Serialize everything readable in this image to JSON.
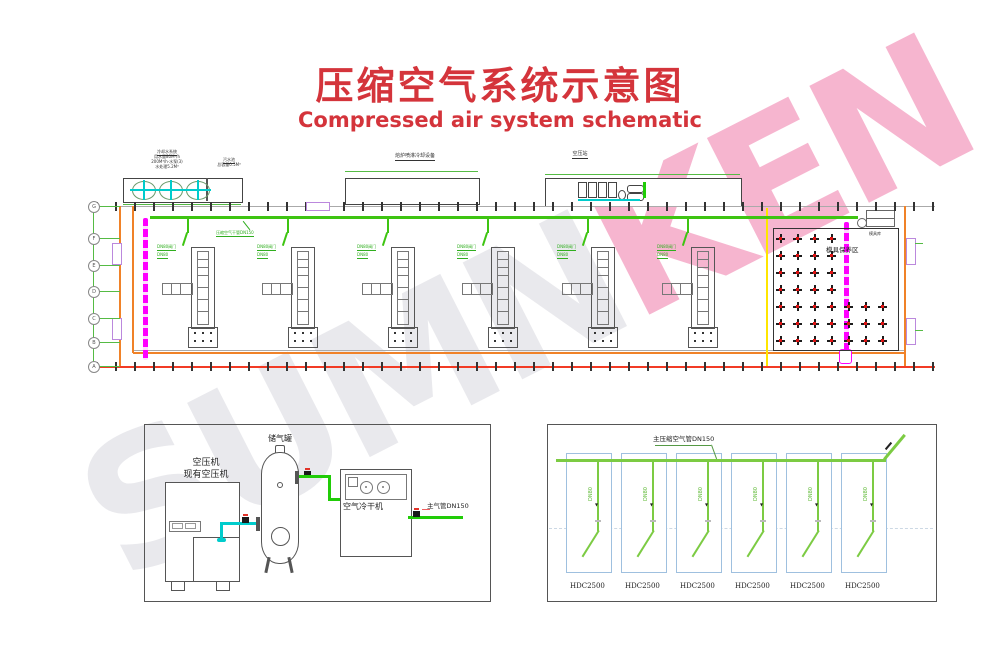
{
  "title": {
    "zh": "压缩空气系统示意图",
    "en": "Compressed air system schematic"
  },
  "watermark": {
    "part1": "SUMN",
    "part2": "KEN"
  },
  "colors": {
    "title_red": "#d4343b",
    "pipe_green": "#3ec412",
    "light_green": "#7ccb43",
    "bright_green": "#21cc08",
    "wall_orange": "#f08228",
    "wall_red": "#f23b25",
    "rail_magenta": "#ff00ff",
    "fire_yellow": "#ffe600",
    "pipe_cyan": "#00cccc",
    "door_lavender": "#bb88dd",
    "watermark_pink": "#f5a9c7",
    "watermark_gray": "#e6e6ea"
  },
  "plan": {
    "notes": {
      "pump": {
        "title": "冷却水系统",
        "lines": [
          "用水量80M³/h",
          "200M³/h·水泵(3)",
          "水处理5.2M³"
        ]
      },
      "sump": {
        "title": "污水池",
        "line": "总容量0.5M³"
      },
      "furnace_label": "熔炉喷淋冷却设备",
      "station_label": "空压站",
      "main_pipe_label": "压缩空气干管DN150",
      "branch_label_1": "DN80阀门",
      "branch_label_2": "DN80",
      "mold_area_label": "模具保养区",
      "mold_corner_label": "模具库"
    },
    "axis_letters": [
      "G",
      "F",
      "E",
      "D",
      "C",
      "B",
      "A"
    ],
    "machine_count": 6,
    "mold_grid": {
      "top_rows": 4,
      "top_cols": 4,
      "bottom_rows": 3,
      "bottom_cols": 7
    }
  },
  "detail_left": {
    "compressor_label_1": "空压机",
    "compressor_label_2": "现有空压机",
    "tank_label": "储气罐",
    "dryer_label": "空气冷干机",
    "out_pipe_label": "主气管DN150"
  },
  "detail_right": {
    "main_pipe_label": "主压缩空气管DN150",
    "drop_label": "DN80",
    "unit_label": "HDC2500",
    "unit_count": 6
  }
}
